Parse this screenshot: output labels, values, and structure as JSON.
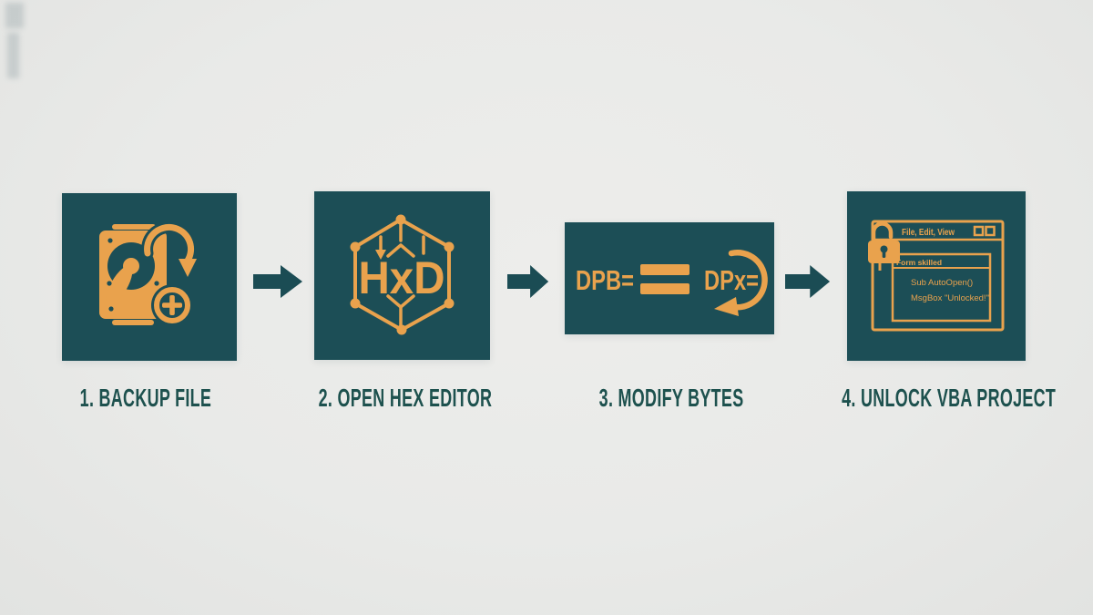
{
  "colors": {
    "panel_teal": "#1c4e56",
    "accent_orange": "#e9a24d",
    "arrow_teal": "#1b4c54",
    "label_text": "#1d514e",
    "background": "#e9eae8"
  },
  "steps": [
    {
      "label": "1. BACKUP FILE",
      "icon": "hard-drive-backup-icon"
    },
    {
      "label": "2. OPEN HEX EDITOR",
      "icon": "hxd-hexagon-logo",
      "logo_text": "HxD"
    },
    {
      "label": "3. MODIFY BYTES",
      "icon": "byte-swap-icon",
      "before_text": "DPB=",
      "after_text": "DPx="
    },
    {
      "label": "4. UNLOCK VBA PROJECT",
      "icon": "unlocked-code-window-icon",
      "window": {
        "menu": "File, Edit, View",
        "subtitle": "Form skilled",
        "code_line1": "Sub AutoOpen()",
        "code_line2": "MsgBox \"Unlocked!\""
      }
    }
  ]
}
